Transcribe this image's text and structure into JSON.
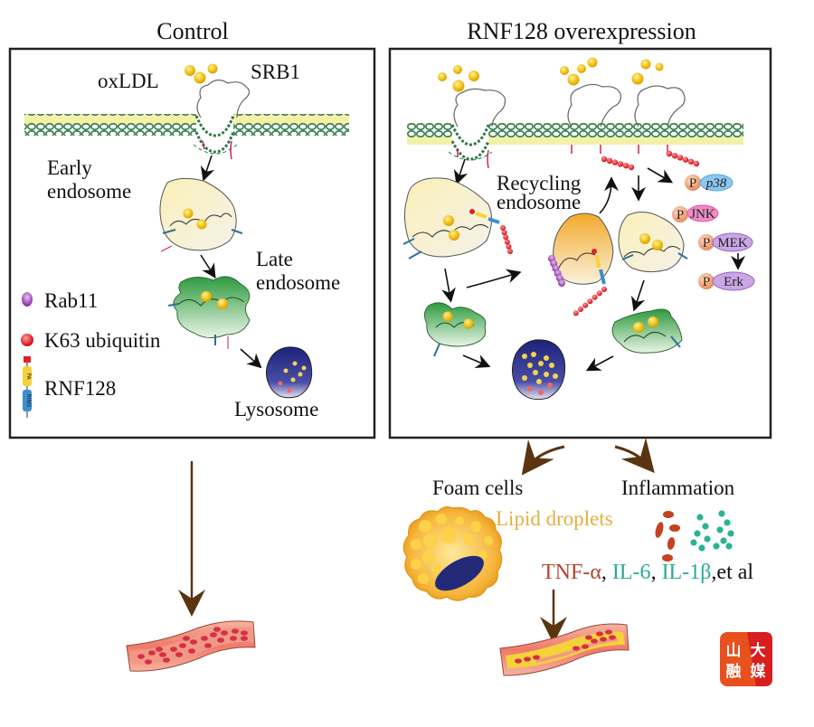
{
  "panels": {
    "control": {
      "title": "Control",
      "labels": {
        "ligand": "oxLDL",
        "receptor": "SRB1",
        "early_endosome": [
          "Early",
          "endosome"
        ],
        "late_endosome": [
          "Late",
          "endosome"
        ],
        "lysosome": "Lysosome"
      }
    },
    "overexpression": {
      "title": "RNF128 overexpression",
      "labels": {
        "recycling_endosome": [
          "Recycling",
          "endosome"
        ]
      },
      "kinases": [
        {
          "phospho": "P",
          "name": "p38",
          "color": "#5aa6dc"
        },
        {
          "phospho": "P",
          "name": "JNK",
          "color": "#e0559f"
        },
        {
          "phospho": "P",
          "name": "MEK",
          "color": "#9a62c4"
        },
        {
          "phospho": "P",
          "name": "Erk",
          "color": "#9a62c4"
        }
      ]
    }
  },
  "legend": {
    "items": [
      {
        "symbol": "rab11-icon",
        "label": "Rab11",
        "color": "#9b3fb0"
      },
      {
        "symbol": "k63-ubiquitin-icon",
        "label": "K63 ubiquitin",
        "color": "#e0202a"
      },
      {
        "symbol": "rnf128-icon",
        "label": "RNF128",
        "domains": [
          "PA",
          "RING"
        ]
      }
    ]
  },
  "outcomes": {
    "foam_cells": "Foam cells",
    "inflammation": "Inflammation",
    "lipid_droplets": "Lipid droplets",
    "cytokines": [
      {
        "text": "TNF-α",
        "color": "#b5432a"
      },
      {
        "text": ", ",
        "color": "#111111"
      },
      {
        "text": "IL-6",
        "color": "#2aa99a"
      },
      {
        "text": ", ",
        "color": "#111111"
      },
      {
        "text": "IL-1β",
        "color": "#2aa99a"
      },
      {
        "text": ",et al",
        "color": "#111111"
      }
    ]
  },
  "watermark": {
    "chars": [
      "山",
      "大",
      "融",
      "媒"
    ]
  },
  "colors": {
    "arrow_brown": "#5a3510",
    "membrane_green": "#2f7a4a",
    "membrane_yellow": "#f4f0a8",
    "oxldl": "#f2c21a",
    "early_endosome": "#fbf2c4",
    "late_endosome": "#3aa24a",
    "recycling_endosome": "#f5b43a",
    "lysosome": "#2a2f8a"
  }
}
